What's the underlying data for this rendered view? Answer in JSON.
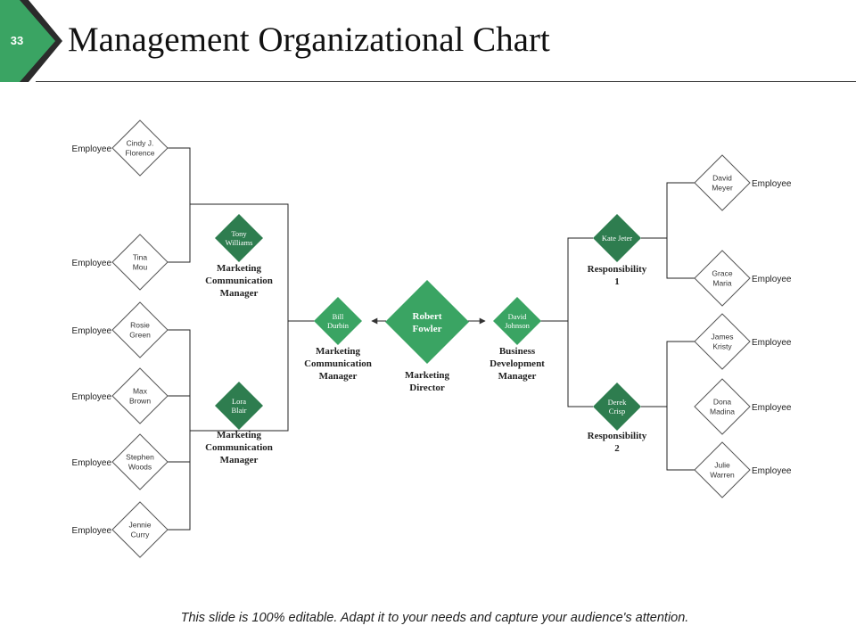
{
  "slide": {
    "number": "33",
    "title": "Management Organizational Chart"
  },
  "colors": {
    "accent_light": "#3aa463",
    "accent_dark": "#2e7d4f",
    "badge_shadow": "#2b2b2b",
    "line": "#222222",
    "node_border": "#555555"
  },
  "footer": "This slide is 100% editable. Adapt it to your needs and capture your audience's attention.",
  "org": {
    "center": {
      "name": [
        "Robert",
        "Fowler"
      ],
      "role": [
        "Marketing",
        "Director"
      ]
    },
    "left_manager": {
      "name": [
        "Bill",
        "Durbin"
      ],
      "role": [
        "Marketing",
        "Communication",
        "Manager"
      ]
    },
    "right_manager": {
      "name": [
        "David",
        "Johnson"
      ],
      "role": [
        "Business",
        "Development",
        "Manager"
      ]
    },
    "left_subs": [
      {
        "name": [
          "Tony",
          "Williams"
        ],
        "role": [
          "Marketing",
          "Communication",
          "Manager"
        ],
        "employees": [
          {
            "name": [
              "Cindy J.",
              "Florence"
            ],
            "label": "Employee"
          },
          {
            "name": [
              "Tina",
              "Mou"
            ],
            "label": "Employee"
          }
        ]
      },
      {
        "name": [
          "Lora",
          "Blair"
        ],
        "role": [
          "Marketing",
          "Communication",
          "Manager"
        ],
        "employees": [
          {
            "name": [
              "Rosie",
              "Green"
            ],
            "label": "Employee"
          },
          {
            "name": [
              "Max",
              "Brown"
            ],
            "label": "Employee"
          },
          {
            "name": [
              "Stephen",
              "Woods"
            ],
            "label": "Employee"
          },
          {
            "name": [
              "Jennie",
              "Curry"
            ],
            "label": "Employee"
          }
        ]
      }
    ],
    "right_subs": [
      {
        "name": [
          "Kate Jeter"
        ],
        "role": [
          "Responsibility",
          "1"
        ],
        "employees": [
          {
            "name": [
              "David",
              "Meyer"
            ],
            "label": "Employee"
          },
          {
            "name": [
              "Grace",
              "Maria"
            ],
            "label": "Employee"
          }
        ]
      },
      {
        "name": [
          "Derek",
          "Crisp"
        ],
        "role": [
          "Responsibility",
          "2"
        ],
        "employees": [
          {
            "name": [
              "James",
              "Kristy"
            ],
            "label": "Employee"
          },
          {
            "name": [
              "Dona",
              "Madina"
            ],
            "label": "Employee"
          },
          {
            "name": [
              "Julie",
              "Warren"
            ],
            "label": "Employee"
          }
        ]
      }
    ]
  }
}
